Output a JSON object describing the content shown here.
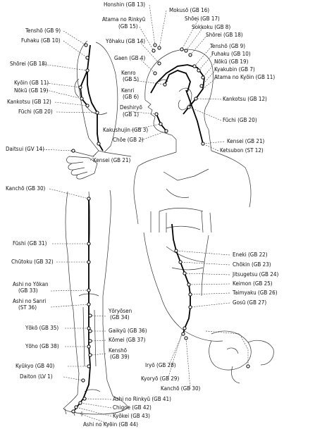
{
  "colors": {
    "ink": "#111111",
    "paper": "#ffffff"
  },
  "labels": {
    "honshin": "Honshin (GB 13)",
    "mokuso": "Mokusō (GB 16)",
    "atama_rinkyu_1": "Atama no Rinkyū",
    "atama_rinkyu_2": "(GB 15)",
    "shoei": "Shōei (GB 17)",
    "sokkoku": "Sokkoku (GB 8)",
    "shorei_r": "Shōrei (GB 18)",
    "tensho_l": "Tenshō (GB 9)",
    "fuhaku_l": "Fuhaku (GB 10)",
    "yohaku": "Yōhaku (GB 14)",
    "tensho_r": "Tenshō (GB 9)",
    "fuhaku_r": "Fuhaku (GB 10)",
    "gaen": "Gaen (GB 4)",
    "noku_r": "Nōkū (GB 19)",
    "kyakubin": "Kyakubin (GB 7)",
    "atama_kyoin": "Atama no Kyōin (GB 11)",
    "shorei_l": "Shōrei (GB 18)",
    "kenro_1": "Kenro",
    "kenro_2": "(GB 5)",
    "kenri_1": "Kenri",
    "kenri_2": "(GB 6)",
    "kyoin": "Kyōin (GB 11)",
    "noku_l": "Nōkū (GB 19)",
    "kankotsu_l": "Kankotsu (GB 12)",
    "fuchi_l": "Fūchi (GB 20)",
    "kankotsu_r": "Kankotsu (GB 12)",
    "deshiryo_1": "Deshiryō",
    "deshiryo_2": "(GB 1)",
    "fuchi_r": "Fūchi (GB 20)",
    "kakushujin": "Kakushujin (GB 3)",
    "choe": "Chōe (GB 2)",
    "kensei_r": "Kensei (GB 21)",
    "ketsubon": "Ketsubon (ST 12)",
    "daitsui": "Daitsui (GV 14)",
    "kensei_l": "Kensei (GB 21)",
    "kancho_top": "Kanchō (GB 30)",
    "fushi": "Fūshi (GB 31)",
    "chutoku": "Chūtoku (GB 32)",
    "eneki": "Eneki (GB 22)",
    "chokin": "Chōkin (GB 23)",
    "jitsugetsu": "Jitsugetsu (GB 24)",
    "keimon": "Keimon (GB 25)",
    "taimyaku": "Taimyaku (GB 26)",
    "gosu": "Gosū (GB 27)",
    "ashi_yokan_1": "Ashi no Yōkan",
    "ashi_yokan_2": "(GB 33)",
    "ashi_sanri_1": "Ashi no Sanri",
    "ashi_sanri_2": "(ST 36)",
    "yoryosen": "Yōryōsen",
    "yoryosen_2": "(GB 34)",
    "yoko": "Yōkō (GB 35)",
    "gaikyu": "Gaikyū (GB 36)",
    "komei": "Kōmei (GB 37)",
    "yoho": "Yōho (GB 38)",
    "kensho_1": "Kenshō",
    "kensho_2": "(GB 39)",
    "kyukyo": "Kyūkyo (GB 40)",
    "iryo": "Iryō (GB 28)",
    "daiton": "Daiton (LV 1)",
    "kyoryo": "Kyoryō (GB 29)",
    "kancho_bottom": "Kanchō (GB 30)",
    "ashi_rinkyu": "Ashi no Rinkyū (GB 41)",
    "chigoe": "Chigoe (GB 42)",
    "kyokei": "Kyōkei (GB 43)",
    "ashi_kyoin": "Ashi no Kyōin (GB 44)"
  }
}
